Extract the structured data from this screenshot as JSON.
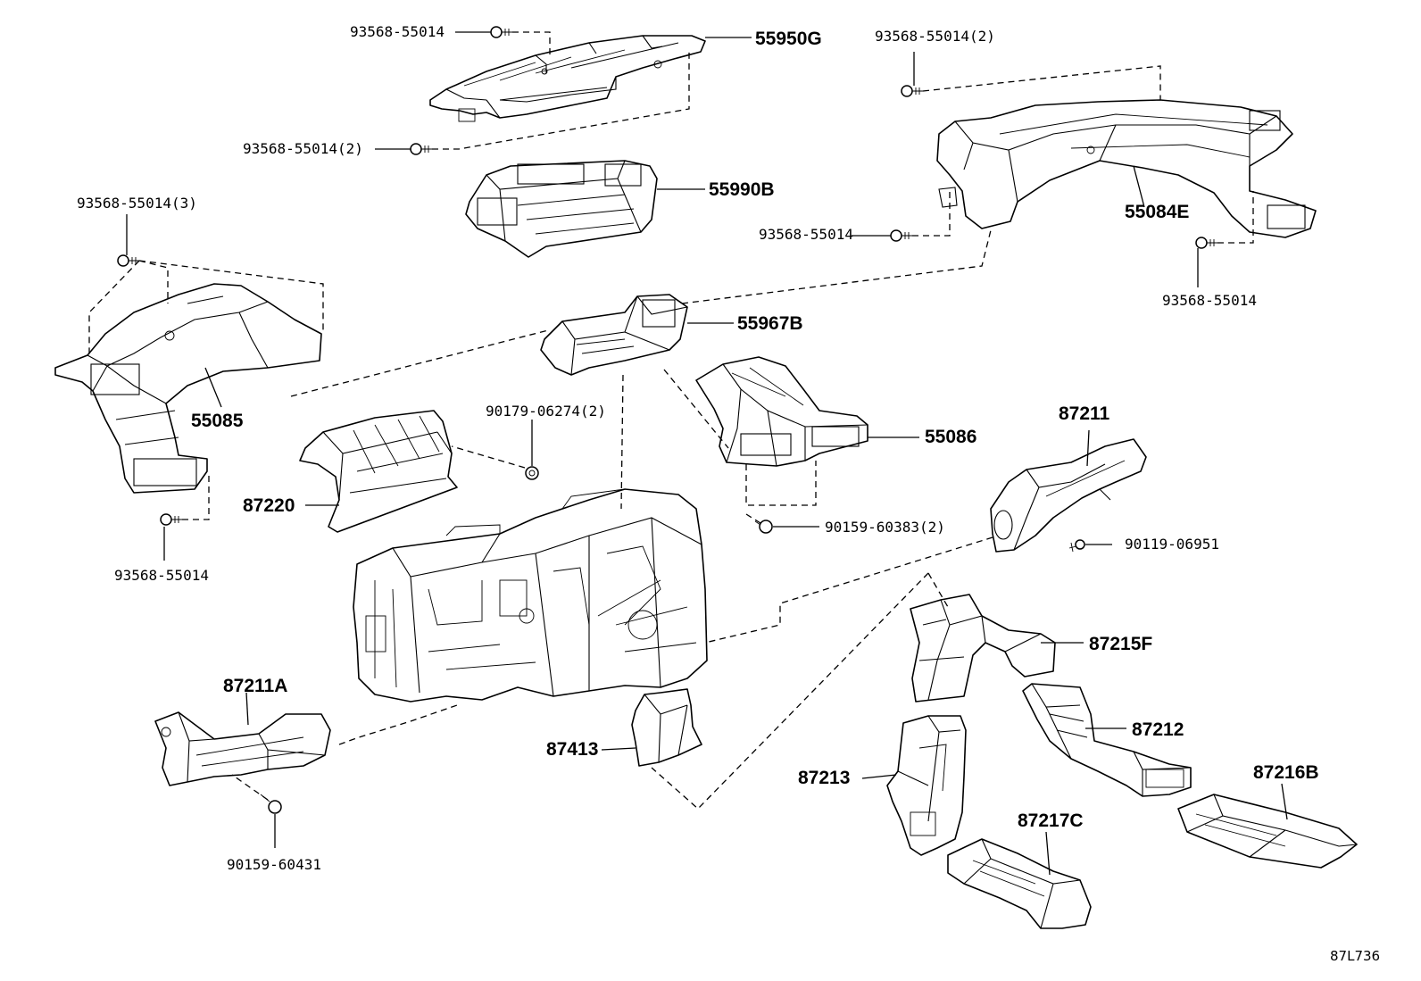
{
  "diagram_code": "87L736",
  "callouts": {
    "c55950g": "55950G",
    "c55990b": "55990B",
    "c55084e": "55084E",
    "c55967b": "55967B",
    "c55085": "55085",
    "c55086": "55086",
    "c87211": "87211",
    "c87220": "87220",
    "c87211a": "87211A",
    "c87413": "87413",
    "c87215f": "87215F",
    "c87212": "87212",
    "c87213": "87213",
    "c87216b": "87216B",
    "c87217c": "87217C"
  },
  "fasteners": {
    "f1": "93568-55014",
    "f2": "93568-55014(2)",
    "f3": "93568-55014(2)",
    "f4": "93568-55014(3)",
    "f5": "93568-55014",
    "f6": "93568-55014",
    "f7": "93568-55014",
    "f8": "90179-06274(2)",
    "f9": "90159-60383(2)",
    "f10": "90119-06951",
    "f11": "90159-60431"
  }
}
